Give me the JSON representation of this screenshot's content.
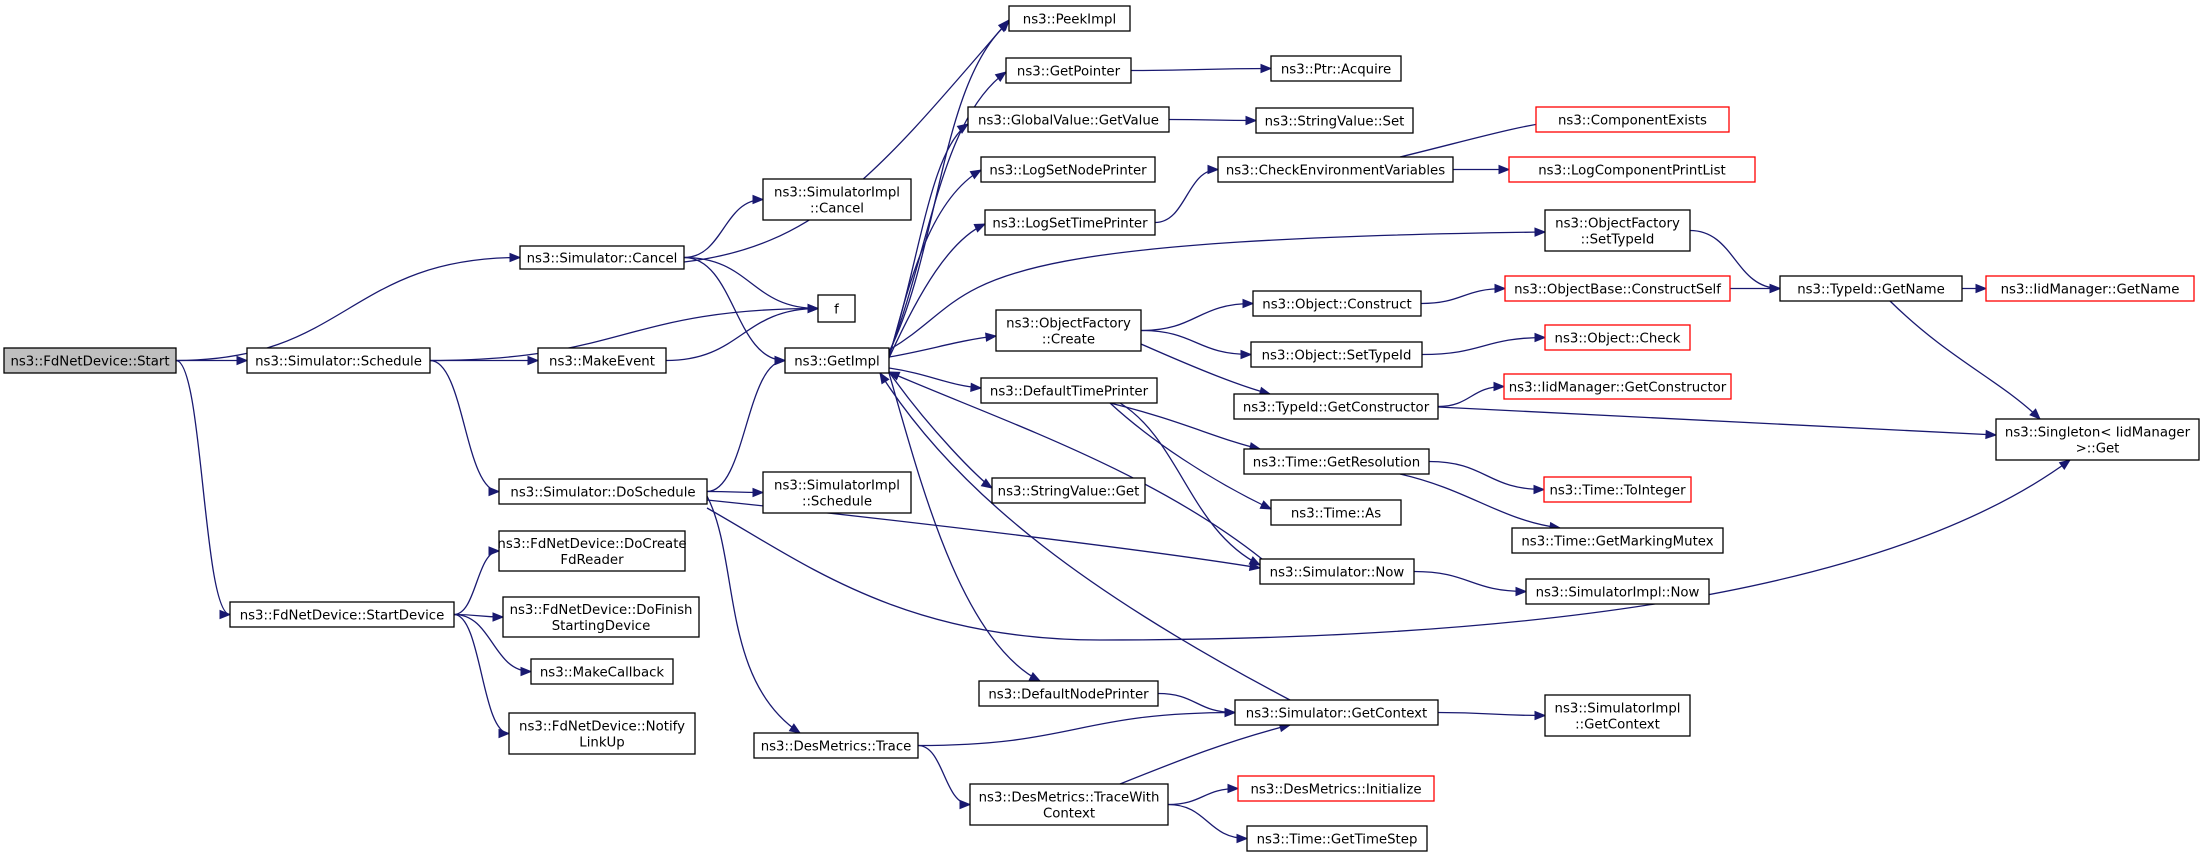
{
  "colors": {
    "edge": "#191970",
    "node_border": "#000000",
    "node_border_truncated": "#ff0000",
    "root_fill": "#bfbfbf",
    "background": "#ffffff"
  },
  "nodes": [
    {
      "id": "start",
      "lines": [
        "ns3::FdNetDevice::Start"
      ],
      "root": true
    },
    {
      "id": "sim_cancel",
      "lines": [
        "ns3::Simulator::Cancel"
      ]
    },
    {
      "id": "sim_schedule",
      "lines": [
        "ns3::Simulator::Schedule"
      ]
    },
    {
      "id": "startdevice",
      "lines": [
        "ns3::FdNetDevice::StartDevice"
      ]
    },
    {
      "id": "simimpl_cancel",
      "lines": [
        "ns3::SimulatorImpl",
        "::Cancel"
      ]
    },
    {
      "id": "f",
      "lines": [
        "f"
      ]
    },
    {
      "id": "makeevent",
      "lines": [
        "ns3::MakeEvent"
      ]
    },
    {
      "id": "getimpl",
      "lines": [
        "ns3::GetImpl"
      ]
    },
    {
      "id": "doschedule",
      "lines": [
        "ns3::Simulator::DoSchedule"
      ]
    },
    {
      "id": "simimpl_schedule",
      "lines": [
        "ns3::SimulatorImpl",
        "::Schedule"
      ]
    },
    {
      "id": "docreate",
      "lines": [
        "ns3::FdNetDevice::DoCreate",
        "FdReader"
      ]
    },
    {
      "id": "dofinish",
      "lines": [
        "ns3::FdNetDevice::DoFinish",
        "StartingDevice"
      ]
    },
    {
      "id": "makecallback",
      "lines": [
        "ns3::MakeCallback"
      ]
    },
    {
      "id": "notify",
      "lines": [
        "ns3::FdNetDevice::Notify",
        "LinkUp"
      ]
    },
    {
      "id": "trace",
      "lines": [
        "ns3::DesMetrics::Trace"
      ]
    },
    {
      "id": "tracewith",
      "lines": [
        "ns3::DesMetrics::TraceWith",
        "Context"
      ]
    },
    {
      "id": "peekimpl",
      "lines": [
        "ns3::PeekImpl"
      ]
    },
    {
      "id": "getpointer",
      "lines": [
        "ns3::GetPointer"
      ]
    },
    {
      "id": "gv_getvalue",
      "lines": [
        "ns3::GlobalValue::GetValue"
      ]
    },
    {
      "id": "lognode",
      "lines": [
        "ns3::LogSetNodePrinter"
      ]
    },
    {
      "id": "logtime",
      "lines": [
        "ns3::LogSetTimePrinter"
      ]
    },
    {
      "id": "of_create",
      "lines": [
        "ns3::ObjectFactory",
        "::Create"
      ]
    },
    {
      "id": "deftime",
      "lines": [
        "ns3::DefaultTimePrinter"
      ]
    },
    {
      "id": "sv_get",
      "lines": [
        "ns3::StringValue::Get"
      ]
    },
    {
      "id": "defnode",
      "lines": [
        "ns3::DefaultNodePrinter"
      ]
    },
    {
      "id": "ptr_acquire",
      "lines": [
        "ns3::Ptr::Acquire"
      ]
    },
    {
      "id": "sv_set",
      "lines": [
        "ns3::StringValue::Set"
      ]
    },
    {
      "id": "checkenv",
      "lines": [
        "ns3::CheckEnvironmentVariables"
      ]
    },
    {
      "id": "obj_construct",
      "lines": [
        "ns3::Object::Construct"
      ]
    },
    {
      "id": "obj_settypeid",
      "lines": [
        "ns3::Object::SetTypeId"
      ]
    },
    {
      "id": "tid_getctor",
      "lines": [
        "ns3::TypeId::GetConstructor"
      ]
    },
    {
      "id": "time_getres",
      "lines": [
        "ns3::Time::GetResolution"
      ]
    },
    {
      "id": "time_as",
      "lines": [
        "ns3::Time::As"
      ]
    },
    {
      "id": "sim_now",
      "lines": [
        "ns3::Simulator::Now"
      ]
    },
    {
      "id": "sim_getcontext",
      "lines": [
        "ns3::Simulator::GetContext"
      ]
    },
    {
      "id": "dm_init",
      "lines": [
        "ns3::DesMetrics::Initialize"
      ],
      "truncated": true
    },
    {
      "id": "time_getstep",
      "lines": [
        "ns3::Time::GetTimeStep"
      ]
    },
    {
      "id": "compexists",
      "lines": [
        "ns3::ComponentExists"
      ],
      "truncated": true
    },
    {
      "id": "logcompprint",
      "lines": [
        "ns3::LogComponentPrintList"
      ],
      "truncated": true
    },
    {
      "id": "of_settypeid",
      "lines": [
        "ns3::ObjectFactory",
        "::SetTypeId"
      ]
    },
    {
      "id": "ob_constructself",
      "lines": [
        "ns3::ObjectBase::ConstructSelf"
      ],
      "truncated": true
    },
    {
      "id": "obj_check",
      "lines": [
        "ns3::Object::Check"
      ],
      "truncated": true
    },
    {
      "id": "iid_getctor",
      "lines": [
        "ns3::IidManager::GetConstructor"
      ],
      "truncated": true
    },
    {
      "id": "time_tointeger",
      "lines": [
        "ns3::Time::ToInteger"
      ],
      "truncated": true
    },
    {
      "id": "time_mutex",
      "lines": [
        "ns3::Time::GetMarkingMutex"
      ]
    },
    {
      "id": "simimpl_now",
      "lines": [
        "ns3::SimulatorImpl::Now"
      ]
    },
    {
      "id": "simimpl_getcontext",
      "lines": [
        "ns3::SimulatorImpl",
        "::GetContext"
      ]
    },
    {
      "id": "tid_getname",
      "lines": [
        "ns3::TypeId::GetName"
      ]
    },
    {
      "id": "iid_getname",
      "lines": [
        "ns3::IidManager::GetName"
      ],
      "truncated": true
    },
    {
      "id": "singleton",
      "lines": [
        "ns3::Singleton< IidManager",
        ">::Get"
      ]
    }
  ],
  "edges": [
    [
      "start",
      "sim_cancel"
    ],
    [
      "start",
      "sim_schedule"
    ],
    [
      "start",
      "startdevice"
    ],
    [
      "sim_cancel",
      "simimpl_cancel"
    ],
    [
      "sim_cancel",
      "f"
    ],
    [
      "sim_cancel",
      "getimpl"
    ],
    [
      "sim_cancel",
      "peekimpl"
    ],
    [
      "sim_schedule",
      "f"
    ],
    [
      "sim_schedule",
      "makeevent"
    ],
    [
      "sim_schedule",
      "doschedule"
    ],
    [
      "makeevent",
      "f"
    ],
    [
      "doschedule",
      "getimpl"
    ],
    [
      "doschedule",
      "simimpl_schedule"
    ],
    [
      "doschedule",
      "sim_now"
    ],
    [
      "doschedule",
      "trace"
    ],
    [
      "doschedule",
      "singleton"
    ],
    [
      "startdevice",
      "docreate"
    ],
    [
      "startdevice",
      "dofinish"
    ],
    [
      "startdevice",
      "makecallback"
    ],
    [
      "startdevice",
      "notify"
    ],
    [
      "getimpl",
      "peekimpl"
    ],
    [
      "getimpl",
      "getpointer"
    ],
    [
      "getimpl",
      "gv_getvalue"
    ],
    [
      "getimpl",
      "lognode"
    ],
    [
      "getimpl",
      "logtime"
    ],
    [
      "getimpl",
      "of_settypeid"
    ],
    [
      "getimpl",
      "of_create"
    ],
    [
      "getimpl",
      "deftime"
    ],
    [
      "getimpl",
      "sv_get"
    ],
    [
      "getimpl",
      "defnode"
    ],
    [
      "sim_now",
      "getimpl"
    ],
    [
      "sim_getcontext",
      "getimpl"
    ],
    [
      "getpointer",
      "ptr_acquire"
    ],
    [
      "gv_getvalue",
      "sv_set"
    ],
    [
      "logtime",
      "checkenv"
    ],
    [
      "checkenv",
      "compexists"
    ],
    [
      "checkenv",
      "logcompprint"
    ],
    [
      "of_create",
      "obj_construct"
    ],
    [
      "of_create",
      "obj_settypeid"
    ],
    [
      "of_create",
      "tid_getctor"
    ],
    [
      "obj_construct",
      "ob_constructself"
    ],
    [
      "obj_settypeid",
      "obj_check"
    ],
    [
      "tid_getctor",
      "iid_getctor"
    ],
    [
      "tid_getctor",
      "singleton"
    ],
    [
      "ob_constructself",
      "tid_getname"
    ],
    [
      "of_settypeid",
      "tid_getname"
    ],
    [
      "tid_getname",
      "iid_getname"
    ],
    [
      "tid_getname",
      "singleton"
    ],
    [
      "deftime",
      "time_getres"
    ],
    [
      "deftime",
      "time_as"
    ],
    [
      "deftime",
      "sim_now"
    ],
    [
      "time_getres",
      "time_tointeger"
    ],
    [
      "time_getres",
      "time_mutex"
    ],
    [
      "sim_now",
      "simimpl_now"
    ],
    [
      "defnode",
      "sim_getcontext"
    ],
    [
      "sim_getcontext",
      "simimpl_getcontext"
    ],
    [
      "trace",
      "sim_getcontext"
    ],
    [
      "trace",
      "tracewith"
    ],
    [
      "tracewith",
      "sim_getcontext"
    ],
    [
      "tracewith",
      "dm_init"
    ],
    [
      "tracewith",
      "time_getstep"
    ]
  ]
}
